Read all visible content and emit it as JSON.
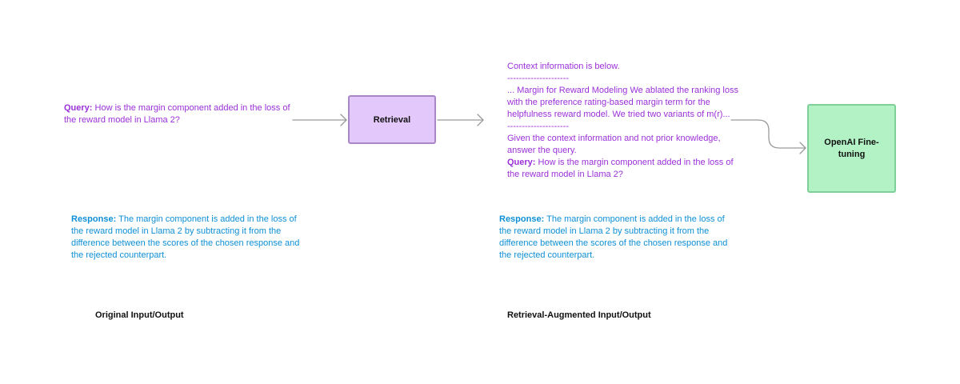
{
  "original": {
    "query_label": "Query:",
    "query_line1": " How is the margin component added in the loss of",
    "query_line2": "the reward model in Llama 2?",
    "response_label": "Response:",
    "response_lines": [
      " The margin component is added in the loss of",
      "the reward model in Llama 2 by subtracting it from the",
      "difference between the scores of the chosen response and",
      "the rejected counterpart."
    ],
    "caption": "Original Input/Output"
  },
  "retrieval": {
    "label": "Retrieval"
  },
  "augmented": {
    "context_lines": [
      "Context information is below.",
      "---------------------",
      "... Margin for Reward Modeling We ablated the ranking loss",
      "with the preference rating-based margin term for the",
      "helpfulness reward model. We tried two variants of m(r)...",
      "---------------------",
      "Given the context information and not prior knowledge,",
      "answer the query."
    ],
    "query_label": "Query:",
    "query_line1": " How is the margin component added in the loss of",
    "query_line2": "the reward model in Llama 2?",
    "response_label": "Response:",
    "response_lines": [
      " The margin component is added in the loss of",
      "the reward model in Llama 2 by subtracting it from the",
      "difference between the scores of the chosen response and",
      "the rejected counterpart."
    ],
    "caption": "Retrieval-Augmented Input/Output"
  },
  "finetune": {
    "label": "OpenAI Fine-tuning"
  },
  "colors": {
    "query": "#9b30d9",
    "response": "#0e8fd6",
    "retrieval_fill": "#e3c8fb",
    "finetune_fill": "#b2f2c5",
    "arrow": "#9a9a9a"
  }
}
